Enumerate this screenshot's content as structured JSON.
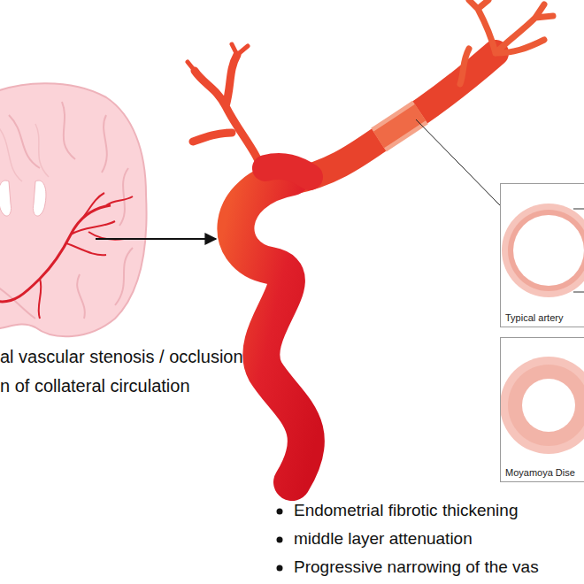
{
  "diagram": {
    "nodes": [
      {
        "text": [
          "Typical artery"
        ]
      },
      {
        "text": [
          "Moyamoya Dise"
        ]
      }
    ],
    "labels": [
      "al vascular stenosis / occlusion",
      "n of collateral circulation",
      "Endometrial fibrotic thickening",
      "middle layer attenuation",
      "Progressive narrowing of the vas"
    ]
  }
}
